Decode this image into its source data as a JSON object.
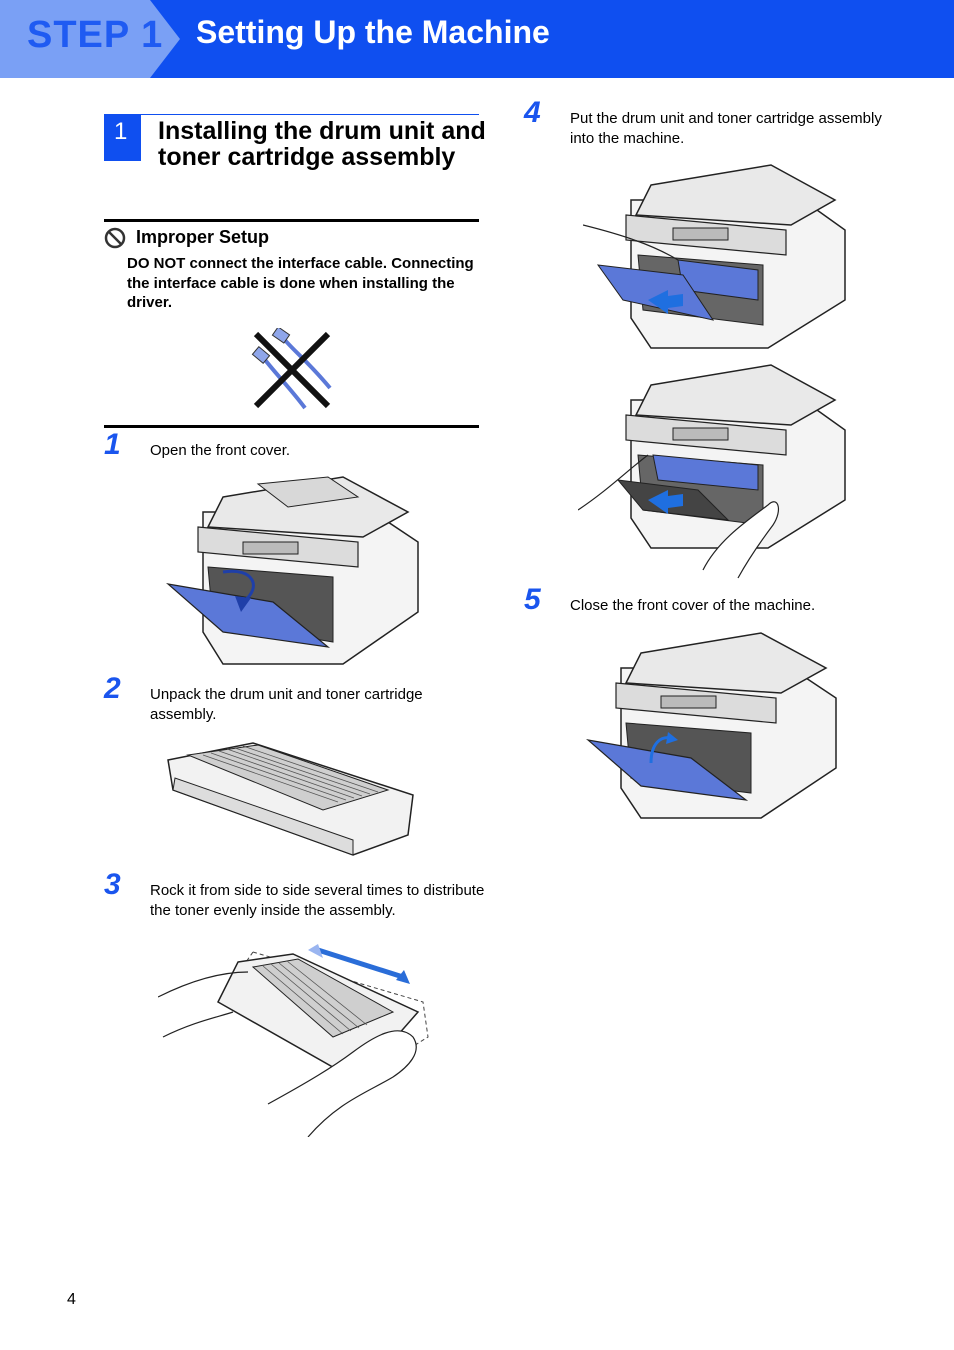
{
  "header": {
    "step_label": "STEP 1",
    "title": "Setting Up the Machine"
  },
  "section": {
    "number": "1",
    "title": "Installing the drum unit and toner cartridge assembly"
  },
  "warning": {
    "icon": "prohibited-icon",
    "title": "Improper Setup",
    "text": "DO NOT connect the interface cable. Connecting the interface cable is done when installing the driver."
  },
  "steps": [
    {
      "number": "1",
      "text": "Open the front cover."
    },
    {
      "number": "2",
      "text": "Unpack the drum unit and toner cartridge assembly."
    },
    {
      "number": "3",
      "text": "Rock it from side to side several times to distribute the toner evenly inside the assembly."
    },
    {
      "number": "4",
      "text": "Put the drum unit and toner cartridge assembly into the machine."
    },
    {
      "number": "5",
      "text": "Close the front cover of the machine."
    }
  ],
  "colors": {
    "brand_blue": "#0f4ff0",
    "step_blue": "#1a55ee",
    "tab_blue": "#7aa0f5",
    "part_blue": "#5b78d8"
  },
  "footer": {
    "page_number": "4"
  }
}
